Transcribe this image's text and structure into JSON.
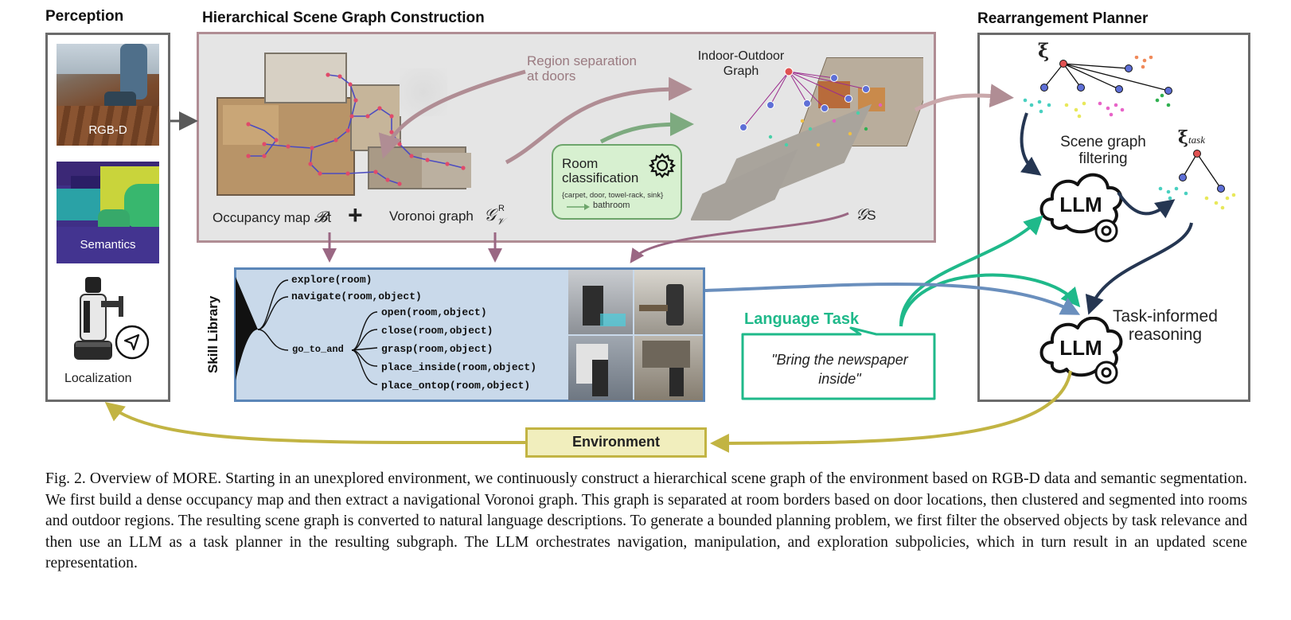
{
  "colors": {
    "accent_green": "#1fb98a",
    "env_yellow": "#c2b443",
    "env_fill": "#f1eebd",
    "skill_blue": "#5b86b8",
    "skill_fill": "#c9d9ea",
    "mauve": "#b08d94",
    "panel_grey": "#e5e5e5",
    "dark_navy": "#253652",
    "node_red": "#e05252",
    "node_blue": "#5e6fd6"
  },
  "sections": {
    "perception": "Perception",
    "hsg": "Hierarchical Scene Graph Construction",
    "planner": "Rearrangement Planner"
  },
  "perception": {
    "rgbd_label": "RGB-D",
    "semantics_label": "Semantics",
    "localization_label": "Localization",
    "icons": [
      "navigation-arrow-icon"
    ]
  },
  "hsg": {
    "region_sep": [
      "Region separation",
      "at doors"
    ],
    "indoor_outdoor": [
      "Indoor-Outdoor",
      "Graph"
    ],
    "room_class": [
      "Room",
      "classification"
    ],
    "room_class_objects": "{carpet, door, towel-rack, sink}",
    "room_class_result": "bathroom",
    "occupancy_text": "Occupancy map",
    "occupancy_symbol": "𝓑",
    "occupancy_sub": "t",
    "plus": "+",
    "voronoi_text": "Voronoi graph",
    "voronoi_symbol": "𝒢",
    "voronoi_sub": "𝒱",
    "voronoi_sup": "R",
    "gs_symbol": "𝒢",
    "gs_sub": "S"
  },
  "skills": {
    "title": "Skill Library",
    "top": [
      "explore(room)",
      "navigate(room,object)"
    ],
    "group": "go_to_and",
    "sub": [
      "open(room,object)",
      "close(room,object)",
      "grasp(room,object)",
      "place_inside(room,object)",
      "place_ontop(room,object)"
    ]
  },
  "language": {
    "title": "Language Task",
    "task": [
      "\"Bring the newspaper",
      "inside\""
    ]
  },
  "planner": {
    "xi": "ξ",
    "xi_task": "ξ",
    "xi_task_sub": "task",
    "filtering": [
      "Scene graph",
      "filtering"
    ],
    "llm": "LLM",
    "reasoning": [
      "Task-informed",
      "reasoning"
    ]
  },
  "environment": "Environment",
  "caption": "Fig. 2.   Overview of MORE. Starting in an unexplored environment, we continuously construct a hierarchical scene graph of the environment based on RGB-D data and semantic segmentation. We first build a dense occupancy map and then extract a navigational Voronoi graph. This graph is separated at room borders based on door locations, then clustered and segmented into rooms and outdoor regions. The resulting scene graph is converted to natural language descriptions. To generate a bounded planning problem, we first filter the observed objects by task relevance and then use an LLM as a task planner in the resulting subgraph. The LLM orchestrates navigation, manipulation, and exploration subpolicies, which in turn result in an updated scene representation."
}
